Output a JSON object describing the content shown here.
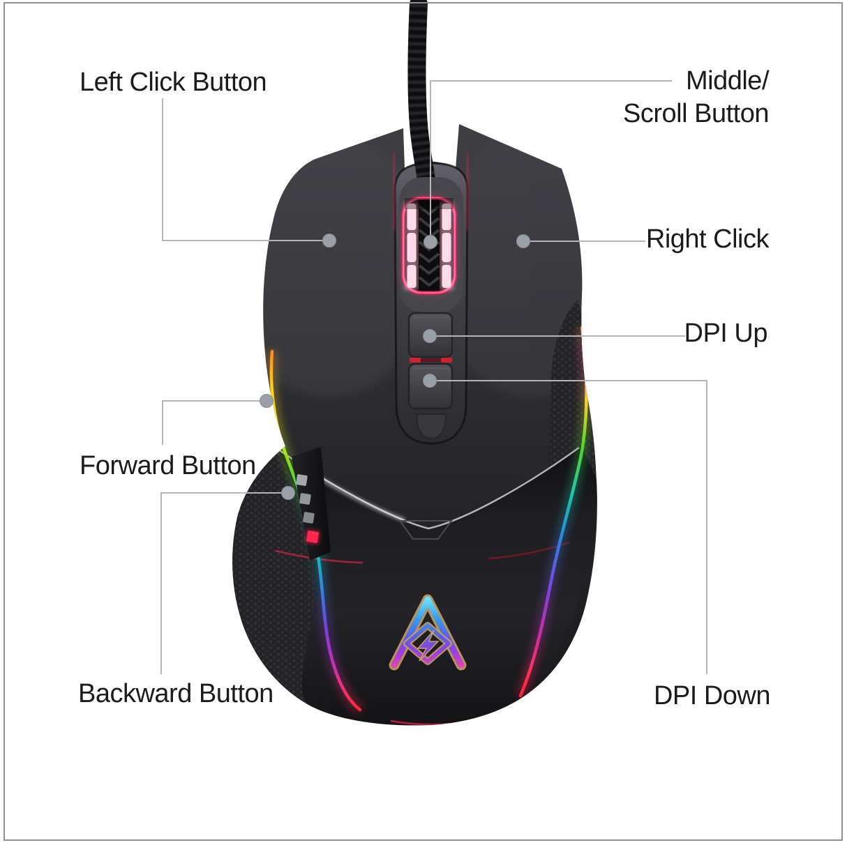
{
  "page": {
    "background": "#ffffff",
    "frame_color": "#8f9295"
  },
  "diagram": {
    "subject": "Top view of a black RGB gaming mouse with annotated parts",
    "leader_line_color": "#b4b7b9",
    "anchor_dot_color": "#9aa0a5",
    "labels": {
      "left_click": "Left Click Button",
      "middle_line1": "Middle/",
      "middle_line2": "Scroll Button",
      "right_click": "Right Click",
      "dpi_up": "DPI Up",
      "forward": "Forward Button",
      "backward": "Backward Button",
      "dpi_down": "DPI Down"
    },
    "colors": {
      "mouse_body": "#2c2c30",
      "scroll_wheel_glow": "#ff2e63",
      "scroll_wheel_light": "#ffffff",
      "dpi_divider_red": "#d0212e",
      "side_led_red": "#ff2750",
      "side_led_gray": "#9aa0a6",
      "rgb_strip": [
        "#ff8a1e",
        "#ffd21e",
        "#6cd62a",
        "#14c4b4",
        "#2e86e0",
        "#6e44d8",
        "#e83282",
        "#ff2836"
      ],
      "logo_gradient": [
        "#6ee2ff",
        "#3a9aec",
        "#5560e6",
        "#9a3ce0",
        "#e846b4"
      ],
      "logo_outline": "#c8a25e"
    }
  }
}
